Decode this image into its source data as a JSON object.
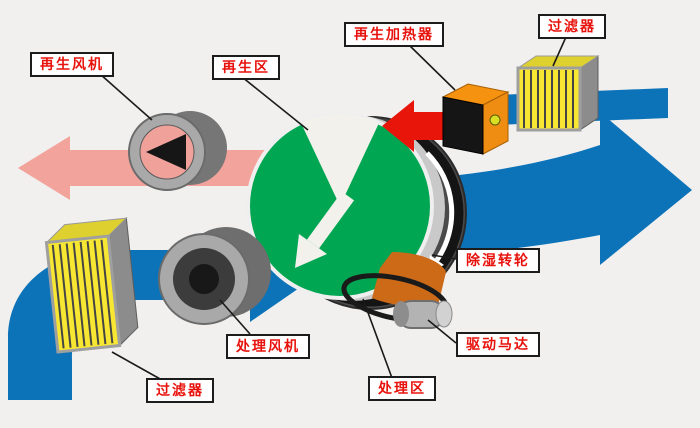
{
  "diagram_title_semantic": "rotary-desiccant-dehumidifier-schematic",
  "labels": {
    "regen_fan": "再生风机",
    "regen_zone": "再生区",
    "regen_heater": "再生加热器",
    "filter_top": "过滤器",
    "dehum_wheel": "除湿转轮",
    "drive_motor": "驱动马达",
    "process_zone": "处理区",
    "process_fan": "处理风机",
    "filter_bottom": "过滤器"
  },
  "colors": {
    "background": "#f1f0ee",
    "process_air_blue": "#0d73b9",
    "regen_exhaust_pink": "#f2a39c",
    "hot_air_red": "#e8150b",
    "wheel_green": "#00a651",
    "heater_orange": "#f5920f",
    "filter_yellow": "#f7e733",
    "label_text_red": "#e8120c",
    "label_border_black": "#1c1c1c",
    "metal_gray": "#a9a9a9",
    "indicator_lime": "#d9e021"
  }
}
